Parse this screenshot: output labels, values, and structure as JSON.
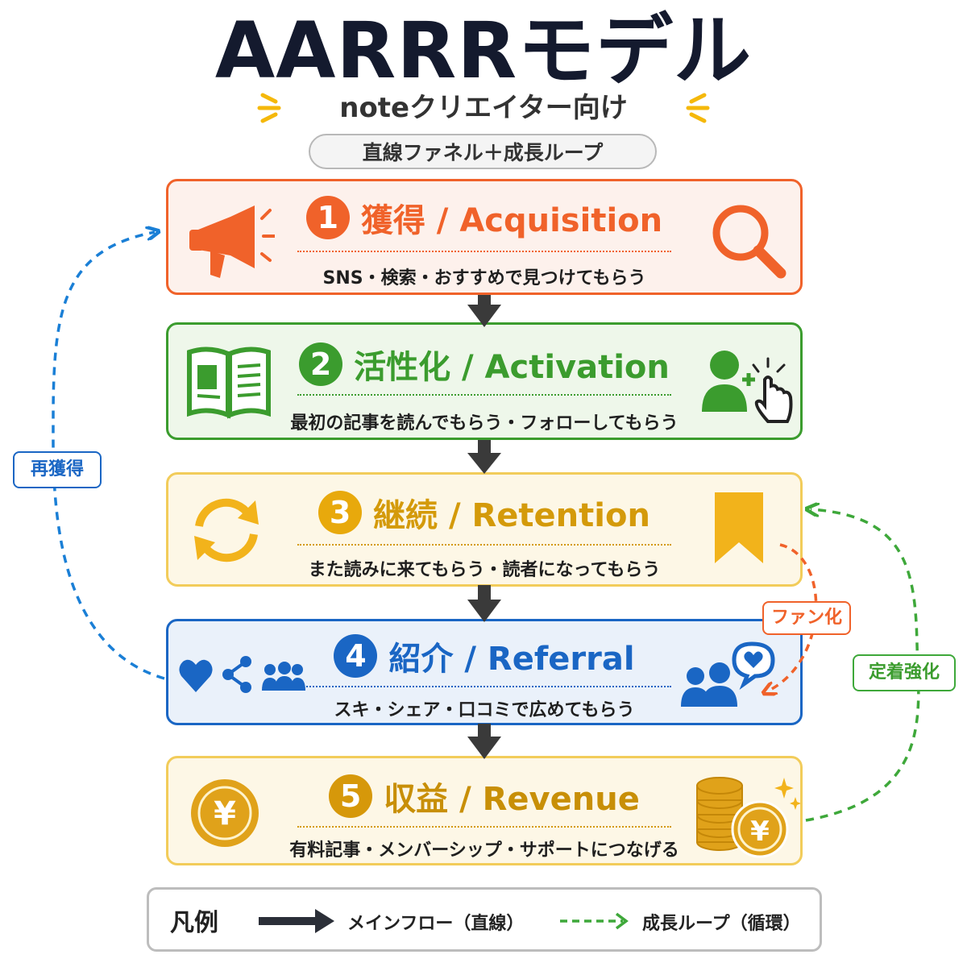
{
  "title": "AARRRモデル",
  "subtitle": "noteクリエイター向け",
  "pill": "直線ファネル＋成長ループ",
  "colors": {
    "orange": "#f0622a",
    "green": "#3b9c2e",
    "yellow": "#e8a90c",
    "blue": "#1a66c4",
    "dark": "#3a3a3a"
  },
  "stages": [
    {
      "num": "1",
      "title": "獲得 / Acquisition",
      "desc": "SNS・検索・おすすめで見つけてもらう"
    },
    {
      "num": "2",
      "title": "活性化 / Activation",
      "desc": "最初の記事を読んでもらう・フォローしてもらう"
    },
    {
      "num": "3",
      "title": "継続 / Retention",
      "desc": "また読みに来てもらう・読者になってもらう"
    },
    {
      "num": "4",
      "title": "紹介 / Referral",
      "desc": "スキ・シェア・口コミで広めてもらう"
    },
    {
      "num": "5",
      "title": "収益 / Revenue",
      "desc": "有料記事・メンバーシップ・サポートにつなげる"
    }
  ],
  "loops": {
    "reacquire": "再獲得",
    "fan": "ファン化",
    "retain": "定着強化"
  },
  "legend": {
    "title": "凡例",
    "main_flow": "メインフロー（直線）",
    "growth_loop": "成長ループ（循環）"
  },
  "icons": {
    "yen": "¥"
  }
}
